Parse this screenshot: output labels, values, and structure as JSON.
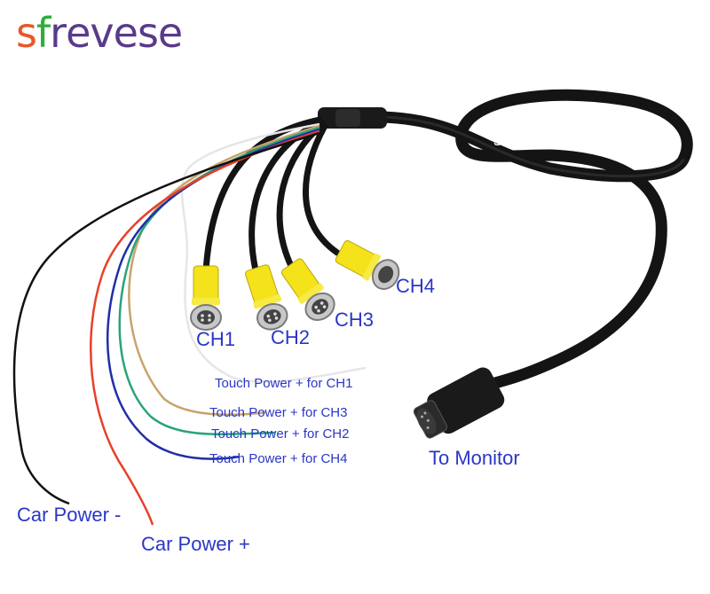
{
  "brand": {
    "letters": [
      {
        "ch": "s",
        "color": "#e8572a"
      },
      {
        "ch": "f",
        "color": "#2fae3a"
      },
      {
        "ch": "r",
        "color": "#5a3a8a"
      },
      {
        "ch": "e",
        "color": "#5a3a8a"
      },
      {
        "ch": "v",
        "color": "#5a3a8a"
      },
      {
        "ch": "e",
        "color": "#5a3a8a"
      },
      {
        "ch": "s",
        "color": "#5a3a8a"
      },
      {
        "ch": "e",
        "color": "#5a3a8a"
      }
    ]
  },
  "watermark": "sfrevese",
  "labels": {
    "ch1": "CH1",
    "ch2": "CH2",
    "ch3": "CH3",
    "ch4": "CH4",
    "touch_ch1": "Touch Power + for CH1",
    "touch_ch3": "Touch Power + for CH3",
    "touch_ch2": "Touch Power + for CH2",
    "touch_ch4": "Touch Power + for CH4",
    "to_monitor": "To Monitor",
    "car_power_neg": "Car Power -",
    "car_power_pos": "Car Power +"
  },
  "colors": {
    "label_text": "#2a36c8",
    "cable": "#141414",
    "connector_yellow": "#f4e21a",
    "wire_white": "#e8e8e8",
    "wire_tan": "#c7a46c",
    "wire_green": "#2aa37a",
    "wire_blue": "#1f2fa8",
    "wire_red": "#e8402a",
    "wire_black": "#111111"
  }
}
